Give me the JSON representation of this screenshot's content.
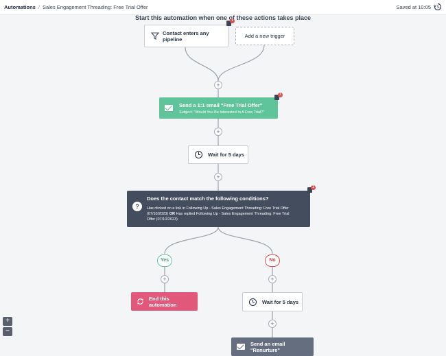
{
  "header": {
    "breadcrumb_root": "Automations",
    "breadcrumb_separator": "/",
    "breadcrumb_current": "Sales Engagement Threading: Free Trial Offer",
    "saved_status": "Saved at 10:05",
    "history_icon": "history-icon"
  },
  "canvas": {
    "heading": "Start this automation when one of these actions takes place"
  },
  "triggers": [
    {
      "label": "Contact enters any pipeline",
      "icon": "funnel-icon",
      "badge_count": "1"
    },
    {
      "label": "Add a new trigger"
    }
  ],
  "steps": {
    "email_1": {
      "title": "Send a 1:1 email \"Free Trial Offer\"",
      "subject": "Subject: \"Would You Be Interested In A Free Trial?\"",
      "badge_count": "1"
    },
    "wait_1": {
      "label": "Wait for 5 days"
    },
    "condition": {
      "title": "Does the contact match the following conditions?",
      "line1": "Has clicked on a link in Following Up - Sales Engagement Threading: Free Trial Offer",
      "line2_pre": "(07/10/2023)",
      "line2_or": "OR",
      "line2_post": "Has replied Following Up - Sales Engagement Threading: Free Trial",
      "line3": "Offer (07/10/2023)",
      "badge_count": "1"
    },
    "branch_yes": "Yes",
    "branch_no": "No",
    "end": {
      "label": "End this automation"
    },
    "wait_2": {
      "label": "Wait for 5 days"
    },
    "email_2": {
      "label": "Send an email \"Renurture\""
    }
  },
  "plus_symbol": "+",
  "zoom": {
    "in": "+",
    "out": "−"
  },
  "colors": {
    "green": "#5fc49a",
    "dark": "#434d5e",
    "pink": "#e2587b",
    "slate": "#656e7f",
    "badge_red": "#e14a4a"
  }
}
